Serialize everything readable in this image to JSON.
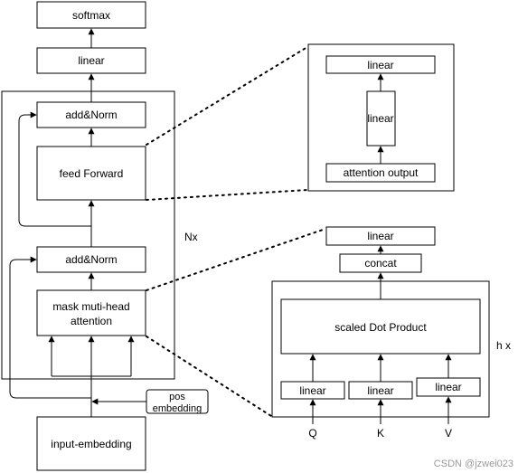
{
  "left": {
    "softmax": "softmax",
    "linear_top": "linear",
    "add_norm_top": "add&Norm",
    "feed_forward": "feed Forward",
    "add_norm_bottom": "add&Norm",
    "mask_attention_line1": "mask muti-head",
    "mask_attention_line2": "attention",
    "repeat_label": "Nx",
    "pos_embedding_line1": "pos",
    "pos_embedding_line2": "embedding",
    "input_embedding": "input-embedding"
  },
  "ffn_detail": {
    "linear_top": "linear",
    "linear_mid": "linear",
    "attention_output": "attention output"
  },
  "attention_detail": {
    "linear_out": "linear",
    "concat": "concat",
    "scaled_dot_product": "scaled Dot Product",
    "repeat_label": "h x",
    "linear_q": "linear",
    "linear_k": "linear",
    "linear_v": "linear",
    "q": "Q",
    "k": "K",
    "v": "V"
  },
  "watermark": "CSDN @jzwei023"
}
